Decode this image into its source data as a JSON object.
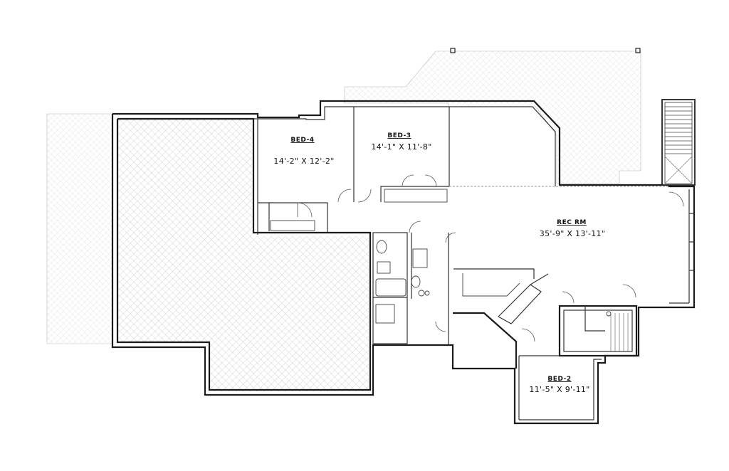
{
  "rooms": [
    {
      "name": "BED-4",
      "dims": "14'-2\" X 12'-2\""
    },
    {
      "name": "BED-3",
      "dims": "14'-1\" X 11'-8\""
    },
    {
      "name": "REC RM",
      "dims": "35'-9\" X 13'-11\""
    },
    {
      "name": "BED-2",
      "dims": "11'-5\" X 9'-11\""
    }
  ]
}
